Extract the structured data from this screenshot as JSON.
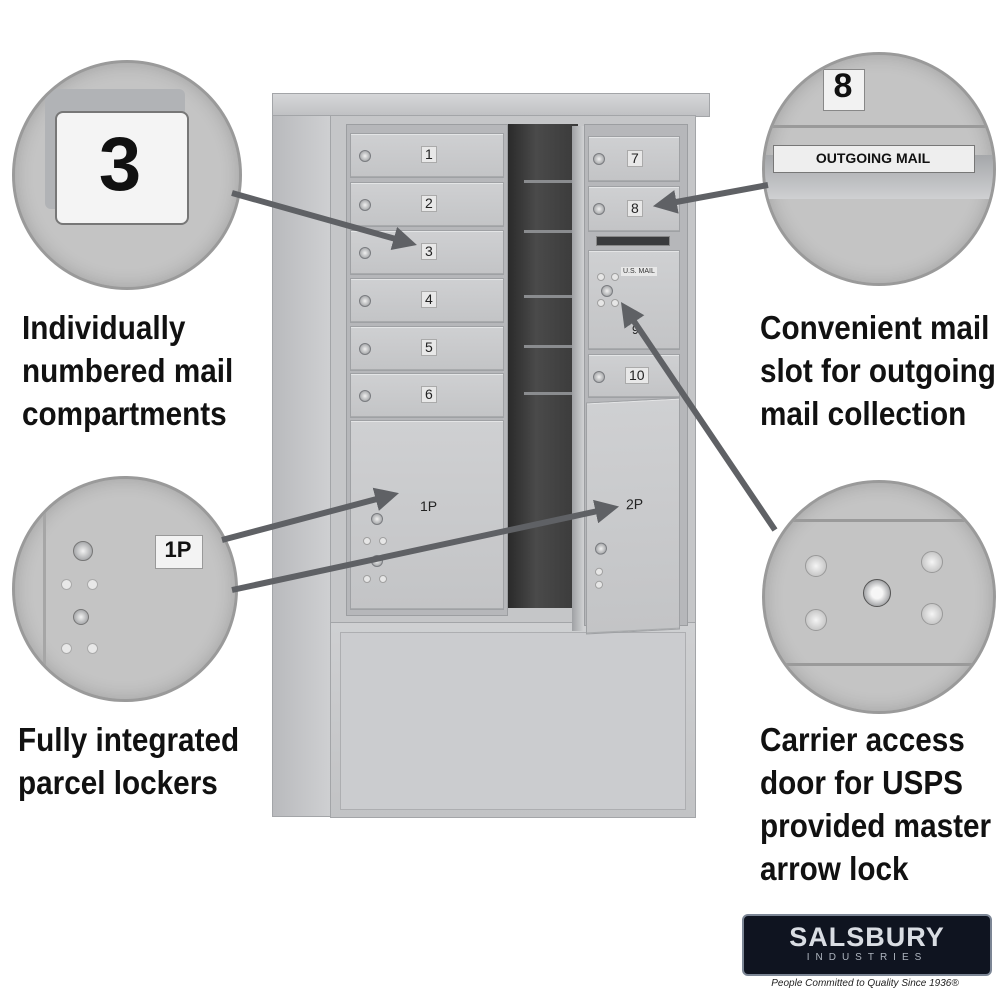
{
  "callouts": {
    "numbered": [
      "Individually",
      "numbered mail",
      "compartments"
    ],
    "outgoing": [
      "Convenient mail",
      "slot for outgoing",
      "mail collection"
    ],
    "parcel": [
      "Fully integrated",
      "parcel lockers"
    ],
    "carrier": [
      "Carrier access",
      "door for USPS",
      "provided master",
      "arrow lock"
    ]
  },
  "zoom": {
    "compartment_number": "3",
    "outgoing_number": "8",
    "outgoing_label": "OUTGOING MAIL",
    "parcel_label": "1P"
  },
  "mailbox": {
    "left_doors": [
      "1",
      "2",
      "3",
      "4",
      "5",
      "6"
    ],
    "left_parcel": "1P",
    "right_doors": [
      "7",
      "8"
    ],
    "right_doors_lower": [
      "9",
      "10"
    ],
    "right_parcel": "2P",
    "usps_label": "U.S. MAIL"
  },
  "brand": {
    "name": "SALSBURY",
    "sub": "INDUSTRIES",
    "tagline": "People Committed to Quality Since 1936®"
  },
  "colors": {
    "cabinet": "#c8c9cb",
    "arrow": "#5f6165",
    "logo_bg": "#0f1420"
  }
}
